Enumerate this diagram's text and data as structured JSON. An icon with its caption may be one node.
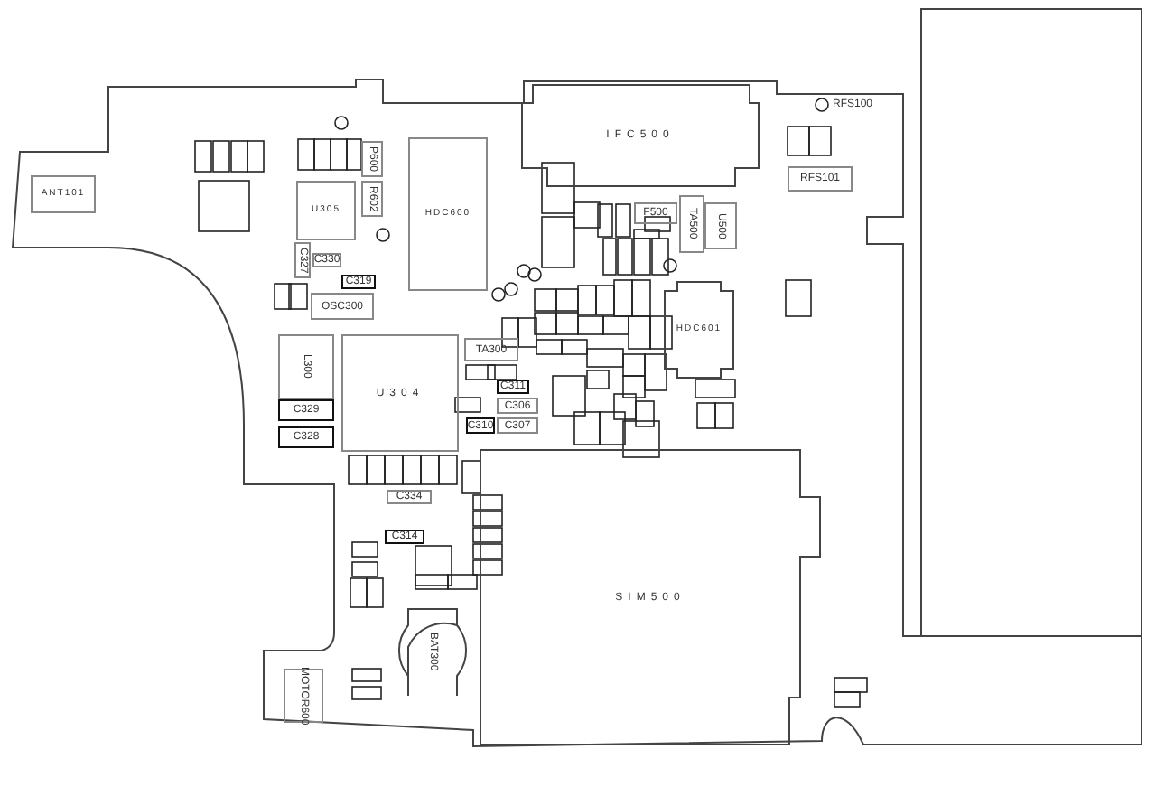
{
  "diagram": {
    "nodes": [
      {
        "text": [
          "ANT101"
        ]
      },
      {
        "text": [
          "U305"
        ]
      },
      {
        "text": [
          "OSC300"
        ]
      },
      {
        "text": [
          "HDC600"
        ]
      },
      {
        "text": [
          "IFC500"
        ]
      },
      {
        "text": [
          "HDC601"
        ]
      },
      {
        "text": [
          "U304"
        ]
      },
      {
        "text": [
          "SIM500"
        ]
      },
      {
        "text": [
          "BAT300"
        ]
      },
      {
        "text": [
          "MOTOR600"
        ]
      },
      {
        "text": [
          "TA300"
        ]
      },
      {
        "text": [
          "TA500"
        ]
      },
      {
        "text": [
          "U500"
        ]
      },
      {
        "text": [
          "RFS100"
        ]
      },
      {
        "text": [
          "RFS101"
        ]
      },
      {
        "text": [
          "F500"
        ]
      },
      {
        "text": [
          "L300"
        ]
      },
      {
        "text": [
          "C329"
        ]
      },
      {
        "text": [
          "C328"
        ]
      },
      {
        "text": [
          "P600"
        ]
      },
      {
        "text": [
          "R602"
        ]
      },
      {
        "text": [
          "C327"
        ]
      },
      {
        "text": [
          "C330"
        ]
      },
      {
        "text": [
          "C319"
        ]
      },
      {
        "text": [
          "C334"
        ]
      },
      {
        "text": [
          "C311"
        ]
      },
      {
        "text": [
          "C306"
        ]
      },
      {
        "text": [
          "C307"
        ]
      },
      {
        "text": [
          "C310"
        ]
      },
      {
        "text": [
          "C314"
        ]
      }
    ]
  }
}
